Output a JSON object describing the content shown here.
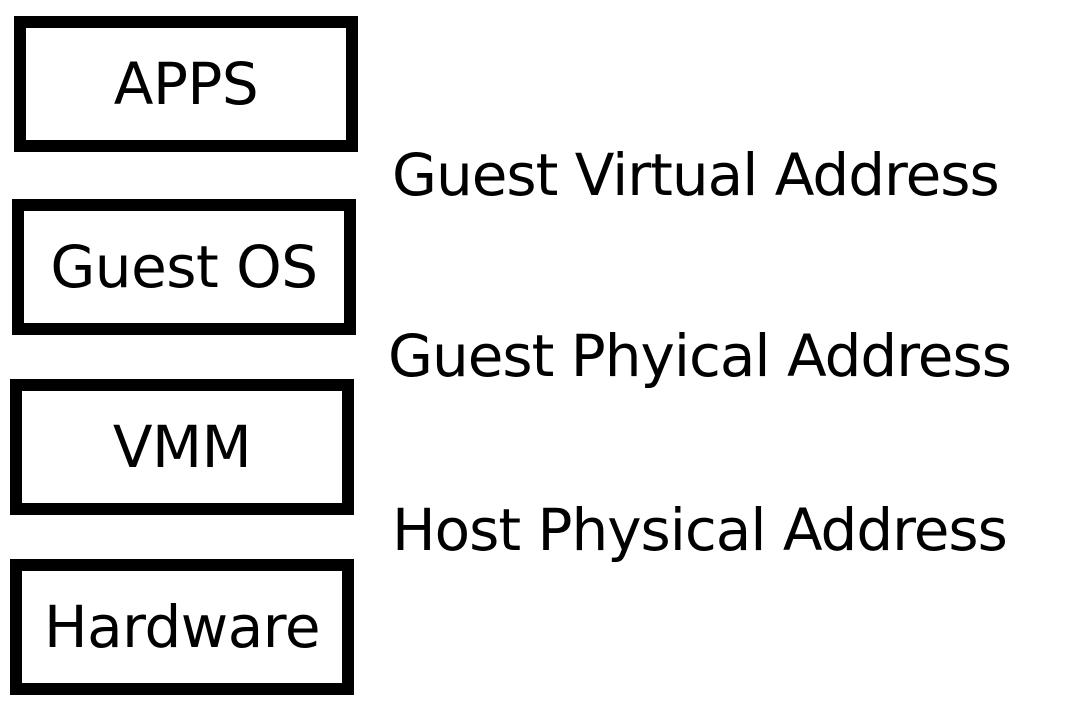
{
  "layers": [
    {
      "id": "apps",
      "label": "APPS"
    },
    {
      "id": "guest_os",
      "label": "Guest OS"
    },
    {
      "id": "vmm",
      "label": "VMM"
    },
    {
      "id": "hardware",
      "label": "Hardware"
    }
  ],
  "addresses": [
    {
      "id": "guest_virtual",
      "label": "Guest Virtual Address"
    },
    {
      "id": "guest_physical",
      "label": "Guest Phyical Address"
    },
    {
      "id": "host_physical",
      "label": "Host Physical Address"
    }
  ],
  "colors": {
    "border": "#000000",
    "text": "#000000",
    "background": "#ffffff"
  }
}
